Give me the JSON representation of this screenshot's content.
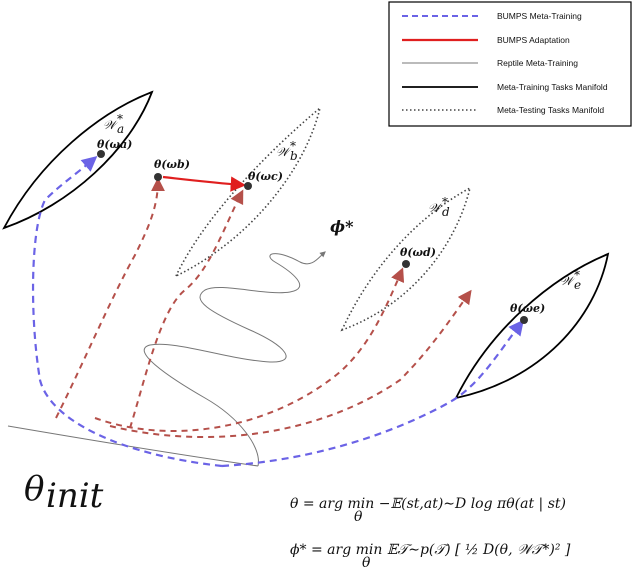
{
  "legend": {
    "items": [
      {
        "label": "BUMPS Meta-Training",
        "style": "dashed-blue",
        "color": "#6b63e6"
      },
      {
        "label": "BUMPS Adaptation",
        "style": "solid-red",
        "color": "#e01f1f"
      },
      {
        "label": "Reptile Meta-Training",
        "style": "thin-gray",
        "color": "#777777"
      },
      {
        "label": "Meta-Training Tasks Manifold",
        "style": "solid-black",
        "color": "#000000"
      },
      {
        "label": "Meta-Testing Tasks Manifold",
        "style": "dotted-black",
        "color": "#000000"
      }
    ]
  },
  "manifolds": {
    "a": {
      "label": "𝒲",
      "sub": "a",
      "sup": "*"
    },
    "b": {
      "label": "𝒲",
      "sub": "b",
      "sup": "*"
    },
    "d": {
      "label": "𝒲",
      "sub": "d",
      "sup": "*"
    },
    "e": {
      "label": "𝒲",
      "sub": "e",
      "sup": "*"
    }
  },
  "points": {
    "a": "θ(ωa)",
    "b": "θ(ωb)",
    "c": "θ(ωc)",
    "d": "θ(ωd)",
    "e": "θ(ωe)"
  },
  "phi_star": "ϕ*",
  "theta_init": {
    "main": "θ",
    "sub": "init"
  },
  "equations": {
    "eq1": "θ = arg min −𝔼(st,at)∼D log πθ(at | st)",
    "eq1_under": "θ",
    "eq2": "ϕ* = arg min 𝔼𝒯∼p(𝒯) [ ½ D(θ, 𝒲𝒯*)² ]",
    "eq2_under": "θ"
  },
  "colors": {
    "blue_dash": "#6b63e6",
    "red_dash": "#b5504a",
    "red_solid": "#e01f1f",
    "gray": "#777777"
  }
}
